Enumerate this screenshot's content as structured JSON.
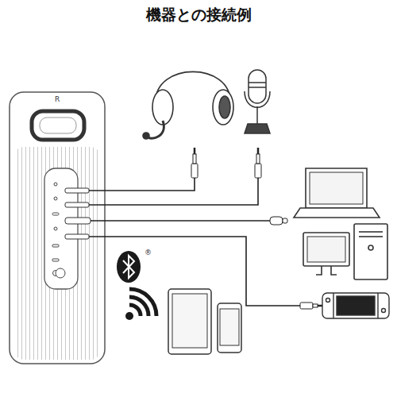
{
  "diagram": {
    "title": "機器との接続例",
    "labels": [
      "R",
      "®"
    ]
  }
}
